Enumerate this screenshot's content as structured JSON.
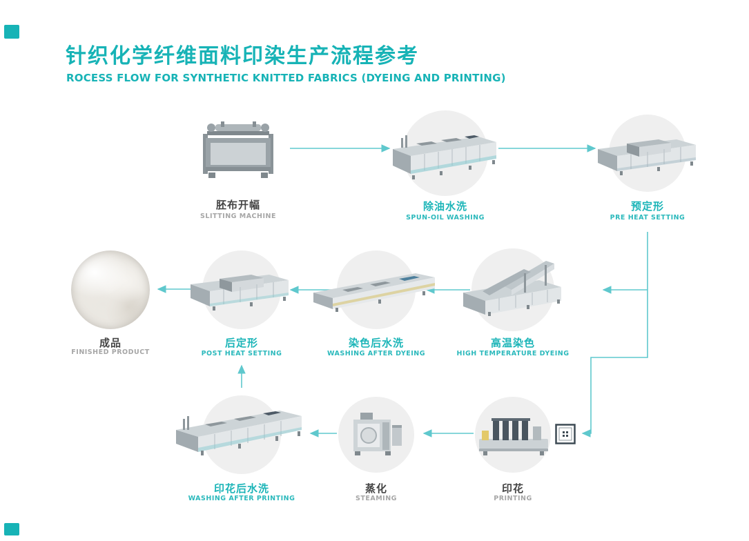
{
  "header": {
    "title_zh": "针织化学纤维面料印染生产流程参考",
    "title_en": "ROCESS FLOW FOR SYNTHETIC KNITTED FABRICS (DYEING AND PRINTING)"
  },
  "colors": {
    "accent_teal": "#17b3b6",
    "arrow_teal": "#5fc8cd",
    "label_teal": "#1cb5b8",
    "label_dark": "#454545",
    "label_gray": "#a6a6a6",
    "circle_bg": "#efefef"
  },
  "nodes": [
    {
      "id": "slitting-machine",
      "label_zh": "胚布开幅",
      "label_en": "SLITTING MACHINE",
      "highlighted": false
    },
    {
      "id": "spun-oil-washing",
      "label_zh": "除油水洗",
      "label_en": "SPUN-OIL WASHING",
      "highlighted": true
    },
    {
      "id": "pre-heat-setting",
      "label_zh": "预定形",
      "label_en": "PRE HEAT SETTING",
      "highlighted": true
    },
    {
      "id": "high-temperature-dyeing",
      "label_zh": "高温染色",
      "label_en": "HIGH TEMPERATURE DYEING",
      "highlighted": true
    },
    {
      "id": "washing-after-dyeing",
      "label_zh": "染色后水洗",
      "label_en": "WASHING AFTER DYEING",
      "highlighted": true
    },
    {
      "id": "post-heat-setting",
      "label_zh": "后定形",
      "label_en": "POST HEAT SETTING",
      "highlighted": true
    },
    {
      "id": "finished-product",
      "label_zh": "成品",
      "label_en": "FINISHED PRODUCT",
      "highlighted": false
    },
    {
      "id": "printing",
      "label_zh": "印花",
      "label_en": "PRINTING",
      "highlighted": false
    },
    {
      "id": "steaming",
      "label_zh": "蒸化",
      "label_en": "STEAMING",
      "highlighted": false
    },
    {
      "id": "washing-after-printing",
      "label_zh": "印花后水洗",
      "label_en": "WASHING AFTER PRINTING",
      "highlighted": true
    }
  ],
  "flow": {
    "edges": [
      {
        "from": "slitting-machine",
        "to": "spun-oil-washing"
      },
      {
        "from": "spun-oil-washing",
        "to": "pre-heat-setting"
      },
      {
        "from": "pre-heat-setting",
        "to": "high-temperature-dyeing"
      },
      {
        "from": "pre-heat-setting",
        "to": "printing"
      },
      {
        "from": "high-temperature-dyeing",
        "to": "washing-after-dyeing"
      },
      {
        "from": "washing-after-dyeing",
        "to": "post-heat-setting"
      },
      {
        "from": "post-heat-setting",
        "to": "finished-product"
      },
      {
        "from": "printing",
        "to": "steaming"
      },
      {
        "from": "steaming",
        "to": "washing-after-printing"
      },
      {
        "from": "washing-after-printing",
        "to": "post-heat-setting"
      }
    ]
  }
}
